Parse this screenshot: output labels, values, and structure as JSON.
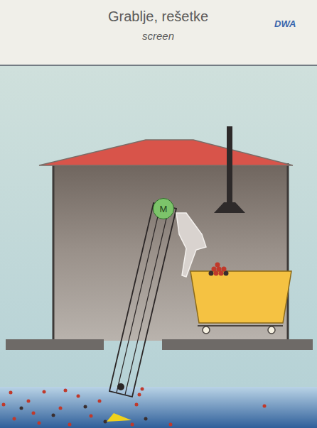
{
  "diagram": {
    "title": "Grablje, rešetke",
    "nodes": [
      {
        "text": [
          "M"
        ]
      }
    ],
    "labels": [
      "screen",
      "DWA"
    ]
  }
}
